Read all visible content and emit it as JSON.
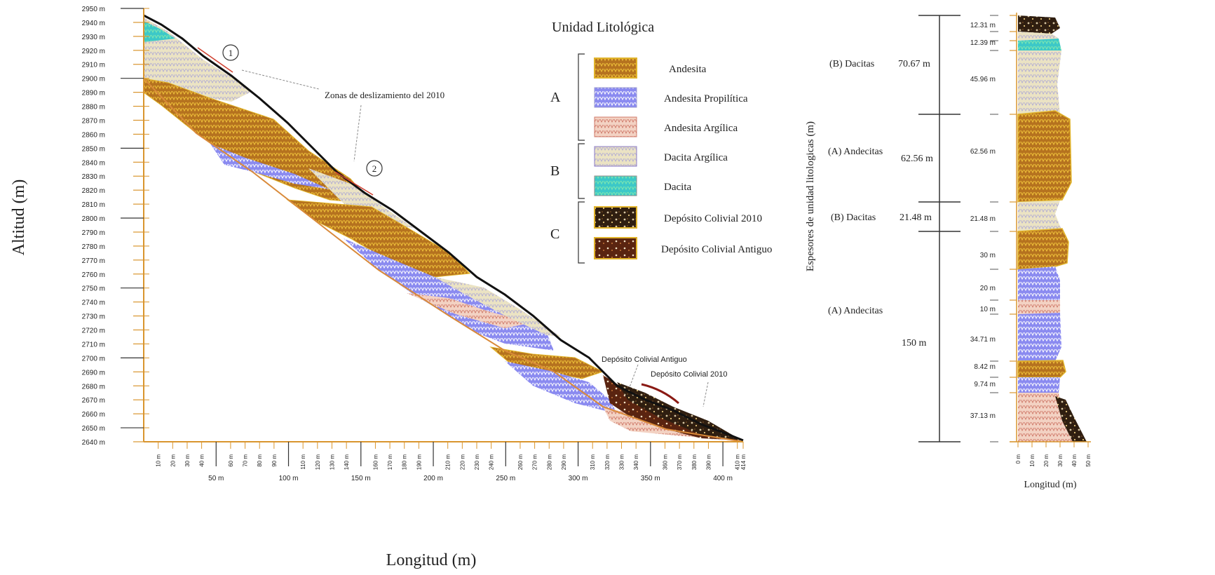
{
  "colors": {
    "axis_orange": "#d9952e",
    "andesita": "#b26a1d",
    "andesita_prop": "#6b6be6",
    "andesita_arg": "#f1c5b8",
    "dacita_arg": "#e8dcb0",
    "dacita": "#35c6cf",
    "deposito_2010": "#2a1b10",
    "deposito_antiguo": "#5c2610",
    "yellow": "#e8d13a"
  },
  "main": {
    "y_axis_title": "Altitud (m)",
    "x_axis_title": "Longitud (m)",
    "altitude_ticks": [
      {
        "label": "2950 m",
        "v": 2950
      },
      {
        "label": "2940 m",
        "v": 2940
      },
      {
        "label": "2930 m",
        "v": 2930
      },
      {
        "label": "2920 m",
        "v": 2920
      },
      {
        "label": "2910 m",
        "v": 2910
      },
      {
        "label": "2900 m",
        "v": 2900
      },
      {
        "label": "2890 m",
        "v": 2890
      },
      {
        "label": "2880 m",
        "v": 2880
      },
      {
        "label": "2870 m",
        "v": 2870
      },
      {
        "label": "2860 m",
        "v": 2860
      },
      {
        "label": "2850 m",
        "v": 2850
      },
      {
        "label": "2840 m",
        "v": 2840
      },
      {
        "label": "2830 m",
        "v": 2830
      },
      {
        "label": "2820 m",
        "v": 2820
      },
      {
        "label": "2810 m",
        "v": 2810
      },
      {
        "label": "2800 m",
        "v": 2800
      },
      {
        "label": "2790 m",
        "v": 2790
      },
      {
        "label": "2780 m",
        "v": 2780
      },
      {
        "label": "2770 m",
        "v": 2770
      },
      {
        "label": "2760 m",
        "v": 2760
      },
      {
        "label": "2750 m",
        "v": 2750
      },
      {
        "label": "2740 m",
        "v": 2740
      },
      {
        "label": "2730 m",
        "v": 2730
      },
      {
        "label": "2720 m",
        "v": 2720
      },
      {
        "label": "2710 m",
        "v": 2710
      },
      {
        "label": "2700 m",
        "v": 2700
      },
      {
        "label": "2690 m",
        "v": 2690
      },
      {
        "label": "2680 m",
        "v": 2680
      },
      {
        "label": "2670 m",
        "v": 2670
      },
      {
        "label": "2660 m",
        "v": 2660
      },
      {
        "label": "2650 m",
        "v": 2650
      },
      {
        "label": "2640 m",
        "v": 2640
      }
    ],
    "small_ticks": [
      "10 m",
      "20 m",
      "30 m",
      "40 m",
      "60 m",
      "70 m",
      "80 m",
      "90 m",
      "110 m",
      "120 m",
      "130 m",
      "140 m",
      "160 m",
      "170 m",
      "180 m",
      "190 m",
      "210 m",
      "220 m",
      "230 m",
      "240 m",
      "260 m",
      "270 m",
      "280 m",
      "290 m",
      "310 m",
      "320 m",
      "330 m",
      "340 m",
      "360 m",
      "370 m",
      "380 m",
      "390 m",
      "410 m",
      "414 m"
    ],
    "major_ticks": [
      "50 m",
      "100 m",
      "150 m",
      "200 m",
      "250 m",
      "300 m",
      "350 m",
      "400 m"
    ],
    "annotations": {
      "zone1": "1",
      "zone2": "2",
      "zonas": "Zonas de deslizamiento del 2010",
      "dep_antiguo": "Depósito Colivial Antiguo",
      "dep_2010": "Depósito Colivial 2010"
    }
  },
  "legend": {
    "title": "Unidad Litológica",
    "groups": [
      "A",
      "B",
      "C"
    ],
    "items": [
      {
        "label": "Andesita",
        "swatch": "andesita"
      },
      {
        "label": "Andesita Propilítica",
        "swatch": "andesita_prop"
      },
      {
        "label": "Andesita Argílica",
        "swatch": "andesita_arg"
      },
      {
        "label": "Dacita Argílica",
        "swatch": "dacita_arg"
      },
      {
        "label": "Dacita",
        "swatch": "dacita"
      },
      {
        "label": "Depósito Colivial 2010",
        "swatch": "deposito_2010"
      },
      {
        "label": "Depósito Colivial Antiguo",
        "swatch": "deposito_antiguo"
      }
    ]
  },
  "column": {
    "y_axis_title": "Espesores de unidad litologicas (m)",
    "x_axis_title": "Longitud (m)",
    "units": [
      {
        "name": "(B)  Dacitas",
        "thickness": "70.67 m"
      },
      {
        "name": "(A)  Andecitas",
        "thickness": "62.56 m"
      },
      {
        "name": "(B)  Dacitas",
        "thickness": "21.48 m"
      },
      {
        "name": "(A)  Andecitas",
        "thickness": "150 m"
      }
    ],
    "layer_labels": [
      "12.31 m",
      "12.39 m",
      "45.96 m",
      "62.56 m",
      "21.48 m",
      "30 m",
      "20 m",
      "10 m",
      "34.71 m",
      "8.42 m",
      "9.74 m",
      "37.13 m"
    ],
    "x_ticks": [
      "0 m",
      "10 m",
      "20 m",
      "30 m",
      "40 m",
      "50 m"
    ]
  }
}
